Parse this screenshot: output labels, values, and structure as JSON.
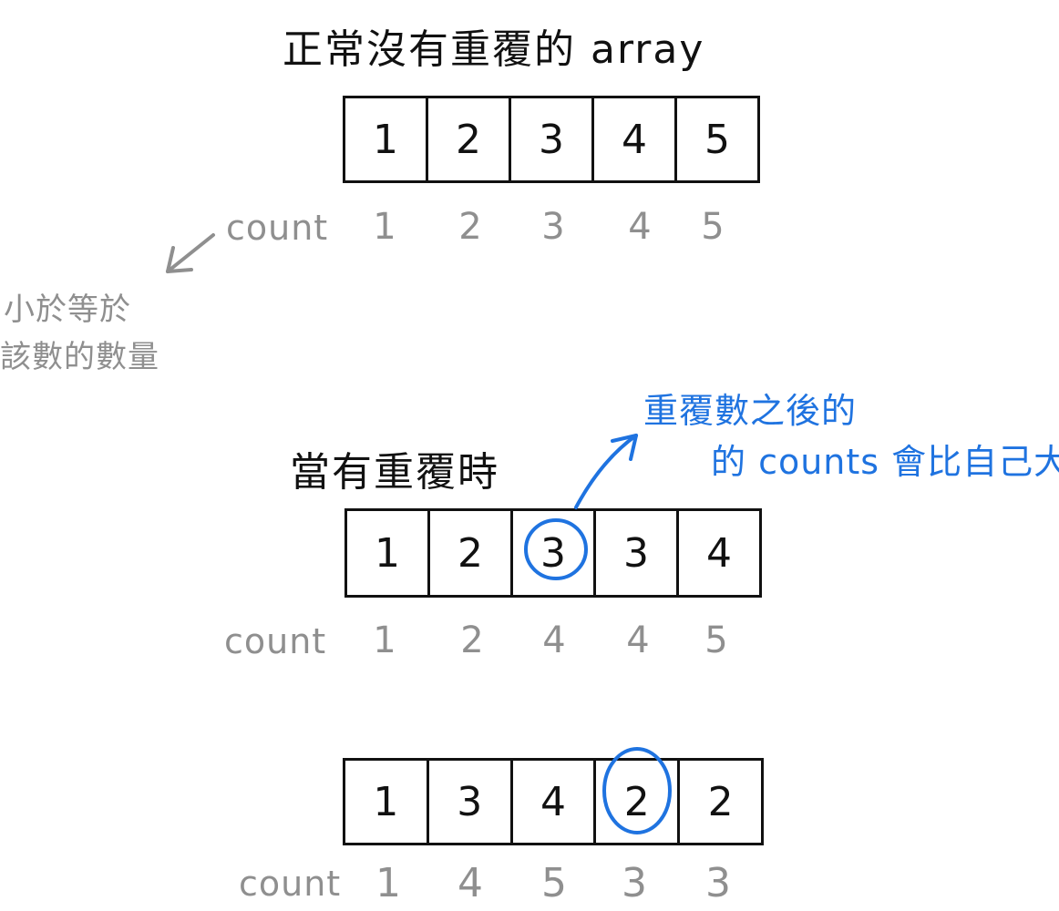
{
  "section1": {
    "title": "正常沒有重覆的 array",
    "array": [
      "1",
      "2",
      "3",
      "4",
      "5"
    ],
    "count_label": "count",
    "counts": [
      "1",
      "2",
      "3",
      "4",
      "5"
    ],
    "note_line1": "小於等於",
    "note_line2": "該數的數量"
  },
  "section2": {
    "title": "當有重覆時",
    "array": [
      "1",
      "2",
      "3",
      "3",
      "4"
    ],
    "count_label": "count",
    "counts": [
      "1",
      "2",
      "4",
      "4",
      "5"
    ],
    "note_line1": "重覆數之後的",
    "note_line2": "的 counts 會比自己大"
  },
  "section3": {
    "array": [
      "1",
      "3",
      "4",
      "2",
      "2"
    ],
    "count_label": "count",
    "counts": [
      "1",
      "4",
      "5",
      "3",
      "3"
    ]
  },
  "colors": {
    "ink": "#111111",
    "gray": "#8f8f8f",
    "blue": "#1f73e0"
  }
}
